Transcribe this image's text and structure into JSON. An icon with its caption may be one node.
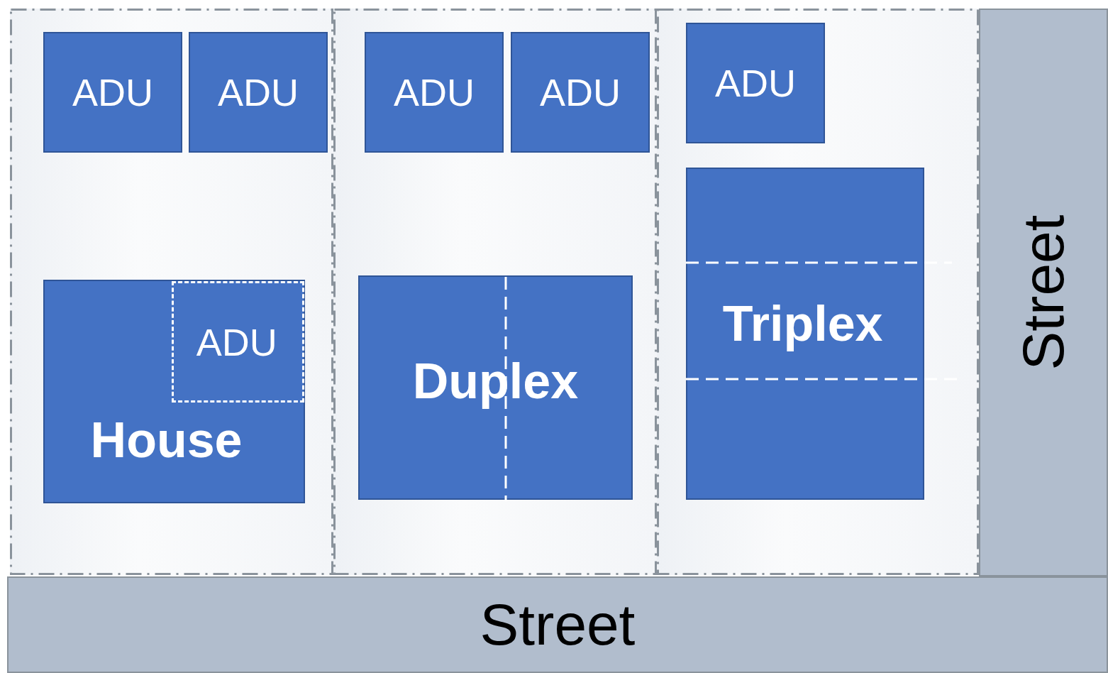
{
  "diagram": {
    "nodes": [
      {
        "text": [],
        "shape": "box"
      },
      {
        "text": [
          "ADU"
        ],
        "in": 0
      },
      {
        "text": [
          "ADU"
        ],
        "in": 0
      },
      {
        "text": [
          "House"
        ],
        "in": 0
      },
      {
        "text": [
          "ADU"
        ],
        "in": 3
      },
      {
        "text": [],
        "shape": "box"
      },
      {
        "text": [
          "ADU"
        ],
        "in": 5
      },
      {
        "text": [
          "ADU"
        ],
        "in": 5
      },
      {
        "text": [
          "Duplex"
        ],
        "in": 5
      },
      {
        "text": [],
        "shape": "box"
      },
      {
        "text": [
          "ADU"
        ],
        "in": 9
      },
      {
        "text": [
          "Triplex"
        ],
        "in": 9
      },
      {
        "text": [
          "Street"
        ]
      },
      {
        "text": [
          "Street"
        ]
      }
    ]
  }
}
